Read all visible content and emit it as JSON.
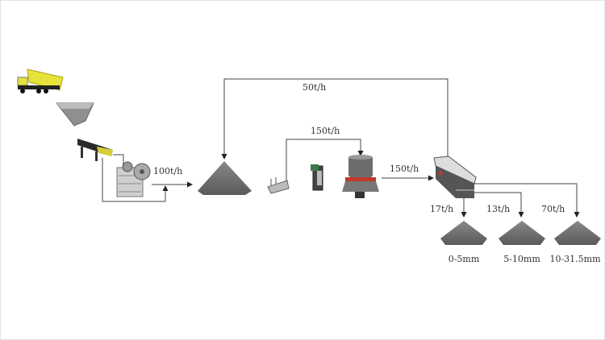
{
  "flows": {
    "jaw_output": "100t/h",
    "return": "50t/h",
    "cone_feed": "150t/h",
    "screen_feed": "150t/h",
    "out_fine": "17t/h",
    "out_mid": "13t/h",
    "out_coarse": "70t/h"
  },
  "products": [
    "0-5mm",
    "5-10mm",
    "10-31.5mm"
  ],
  "colors": {
    "truck": "#e6e23a",
    "pile": "#6b6b6b",
    "line": "#444444",
    "cone_band": "#c0392b"
  }
}
